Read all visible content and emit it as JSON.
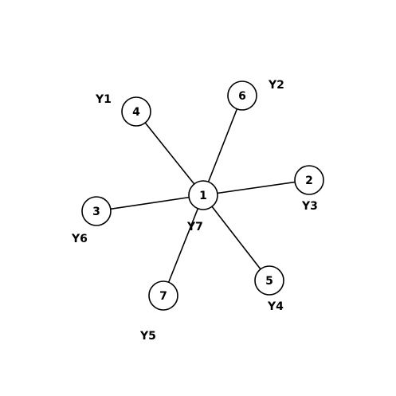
{
  "graph": {
    "nodes": [
      {
        "id": "1",
        "label": "Y7"
      },
      {
        "id": "2",
        "label": "Y3"
      },
      {
        "id": "3",
        "label": "Y6"
      },
      {
        "id": "4",
        "label": "Y1"
      },
      {
        "id": "5",
        "label": "Y4"
      },
      {
        "id": "6",
        "label": "Y2"
      },
      {
        "id": "7",
        "label": "Y5"
      }
    ],
    "edges": [
      {
        "from": "1",
        "to": "4"
      },
      {
        "from": "1",
        "to": "6"
      },
      {
        "from": "1",
        "to": "2"
      },
      {
        "from": "1",
        "to": "3"
      },
      {
        "from": "1",
        "to": "5"
      },
      {
        "from": "1",
        "to": "7"
      }
    ]
  }
}
